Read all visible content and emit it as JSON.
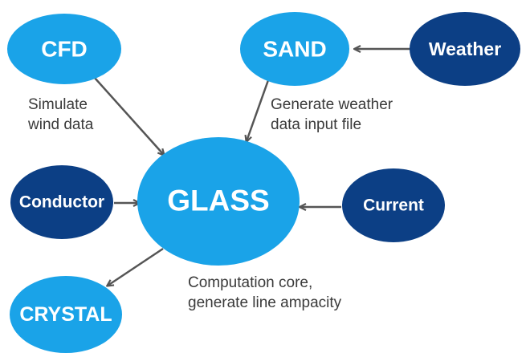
{
  "colors": {
    "primary_node": "#1AA3E8",
    "secondary_node": "#0C3F85",
    "arrow": "#555555",
    "annotation_text": "#3a3a3a"
  },
  "nodes": {
    "cfd": "CFD",
    "sand": "SAND",
    "weather": "Weather",
    "conductor": "Conductor",
    "glass": "GLASS",
    "current": "Current",
    "crystal": "CRYSTAL"
  },
  "annotations": {
    "cfd": [
      "Simulate",
      "wind data"
    ],
    "sand": [
      "Generate weather",
      "data input file"
    ],
    "glass": [
      "Computation core,",
      "generate line ampacity"
    ]
  }
}
